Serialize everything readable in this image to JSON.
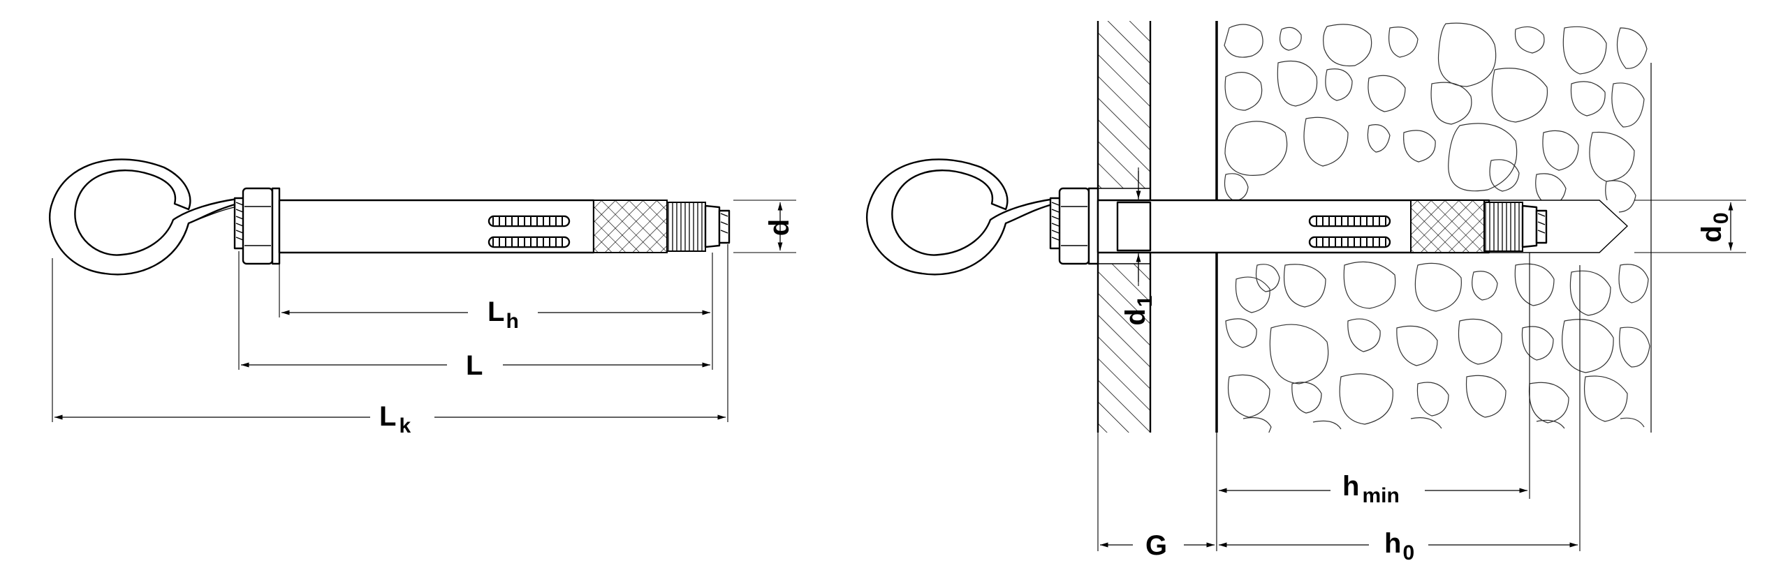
{
  "diagram": {
    "left_view": {
      "labels": {
        "d": {
          "main": "d",
          "sub": ""
        },
        "Lh": {
          "main": "L",
          "sub": "h"
        },
        "L": {
          "main": "L",
          "sub": ""
        },
        "Lk": {
          "main": "L",
          "sub": "k"
        }
      }
    },
    "right_view": {
      "labels": {
        "d1": {
          "main": "d",
          "sub": "1"
        },
        "d0": {
          "main": "d",
          "sub": "0"
        },
        "hmin": {
          "main": "h",
          "sub": "min"
        },
        "G": {
          "main": "G",
          "sub": ""
        },
        "h0": {
          "main": "h",
          "sub": "0"
        }
      }
    },
    "colors": {
      "stroke": "#000000",
      "background": "#ffffff"
    }
  }
}
